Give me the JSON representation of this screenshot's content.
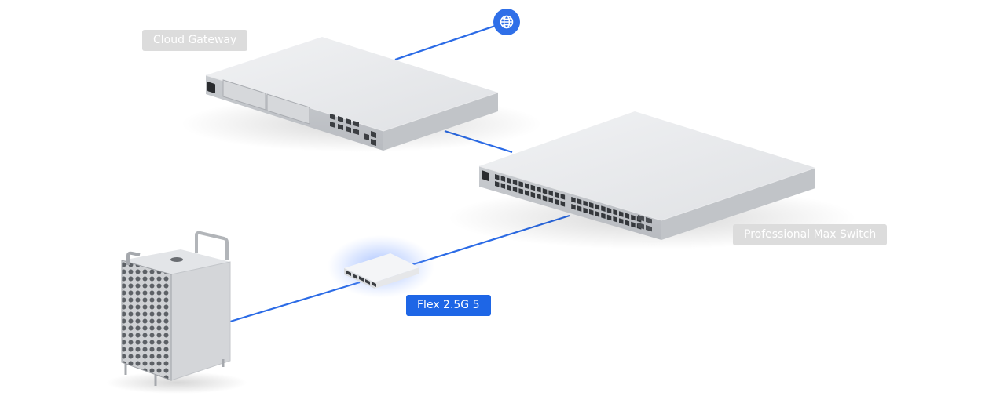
{
  "labels": {
    "gateway": "Cloud Gateway",
    "switch": "Professional Max Switch",
    "flex": "Flex 2.5G 5"
  },
  "colors": {
    "link": "#2b6be6",
    "tag_grey": "#dcdcdc",
    "tag_blue": "#1e66e6",
    "globe": "#2f6fe8"
  },
  "icons": {
    "internet": "globe-icon"
  }
}
